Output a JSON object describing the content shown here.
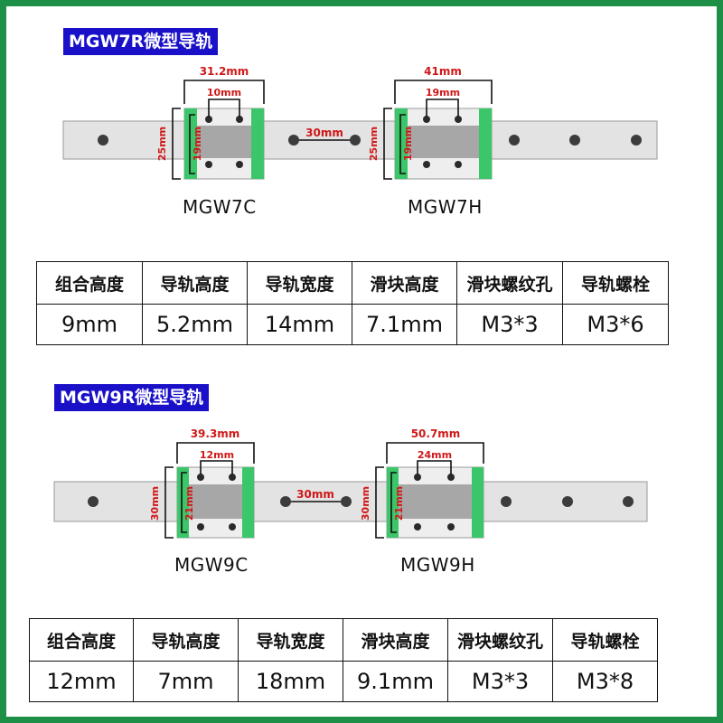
{
  "sections": [
    {
      "title": "MGW7R微型导轨",
      "dims": {
        "width_c": "31.2mm",
        "hole_c": "10mm",
        "width_h": "41mm",
        "hole_h": "19mm",
        "pitch": "30mm",
        "height_c": "25mm",
        "inner_c": "19mm",
        "height_h": "25mm",
        "inner_h": "19mm"
      },
      "models": [
        "MGW7C",
        "MGW7H"
      ],
      "table": {
        "headers": [
          "组合高度",
          "导轨高度",
          "导轨宽度",
          "滑块高度",
          "滑块螺纹孔",
          "导轨螺栓"
        ],
        "values": [
          "9mm",
          "5.2mm",
          "14mm",
          "7.1mm",
          "M3*3",
          "M3*6"
        ]
      }
    },
    {
      "title": "MGW9R微型导轨",
      "dims": {
        "width_c": "39.3mm",
        "hole_c": "12mm",
        "width_h": "50.7mm",
        "hole_h": "24mm",
        "pitch": "30mm",
        "height_c": "30mm",
        "inner_c": "21mm",
        "height_h": "30mm",
        "inner_h": "21mm"
      },
      "models": [
        "MGW9C",
        "MGW9H"
      ],
      "table": {
        "headers": [
          "组合高度",
          "导轨高度",
          "导轨宽度",
          "滑块高度",
          "滑块螺纹孔",
          "导轨螺栓"
        ],
        "values": [
          "12mm",
          "7mm",
          "18mm",
          "9.1mm",
          "M3*3",
          "M3*8"
        ]
      }
    }
  ],
  "colors": {
    "frame": "#1e8f47",
    "title_bg": "#1a10c8",
    "dimension": "#d01818",
    "seal_green": "#3cc66a",
    "rail": "#e3e3e3",
    "block": "#eeeeee",
    "channel": "#a7a7a7"
  }
}
